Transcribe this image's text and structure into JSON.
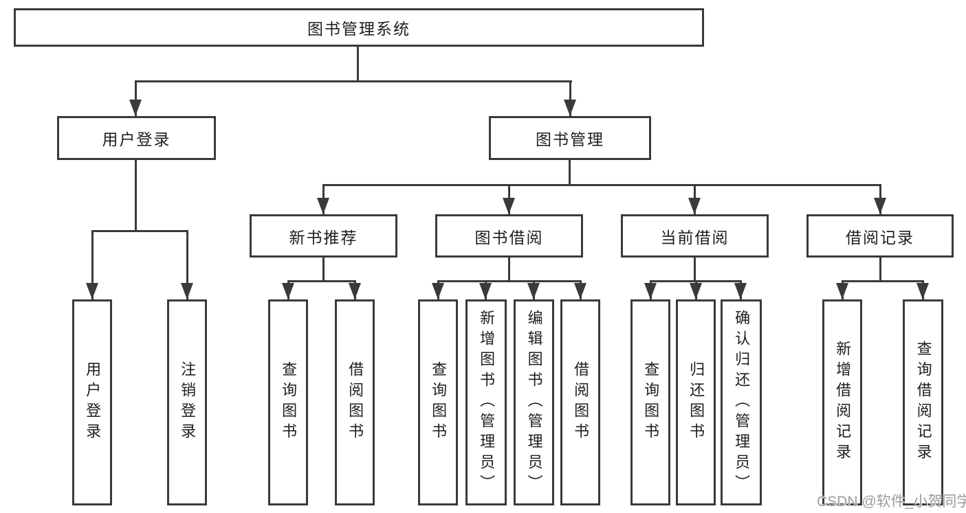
{
  "diagram": {
    "root": "图书管理系统",
    "level2": [
      "用户登录",
      "图书管理"
    ],
    "level3": [
      "新书推荐",
      "图书借阅",
      "当前借阅",
      "借阅记录"
    ],
    "leaves": {
      "login": [
        "用户登录",
        "注销登录"
      ],
      "recommend": [
        "查询图书",
        "借阅图书"
      ],
      "borrow": [
        "查询图书",
        "新增图书（管理员）",
        "编辑图书（管理员）",
        "借阅图书"
      ],
      "current": [
        "查询图书",
        "归还图书",
        "确认归还（管理员）"
      ],
      "record": [
        "新增借阅记录",
        "查询借阅记录"
      ]
    }
  },
  "watermark": "CSDN @软件_小贺同学",
  "colors": {
    "line": "#3a3a3a",
    "text": "#1e1e1e",
    "background": "#ffffff",
    "watermark": "#9b9b9e"
  }
}
